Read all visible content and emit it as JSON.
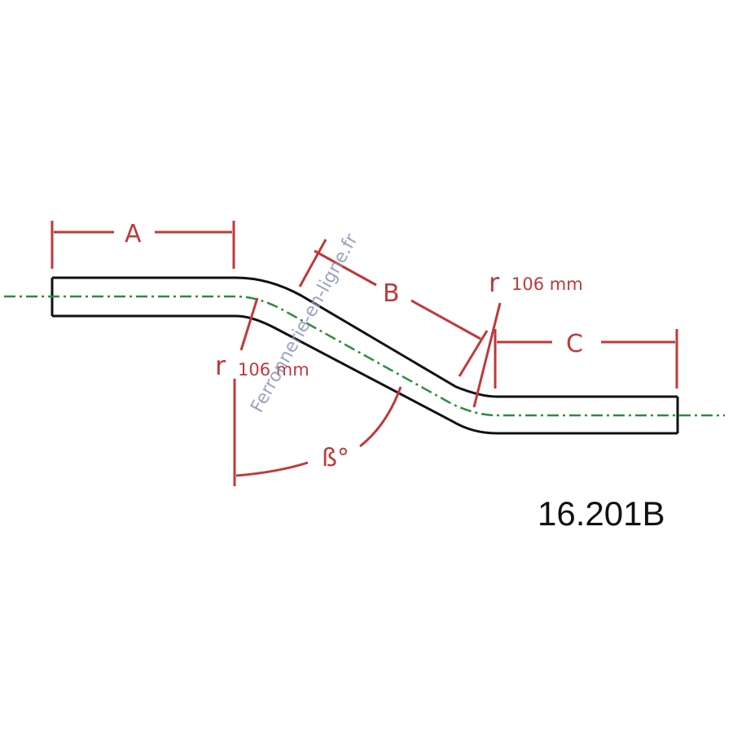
{
  "diagram": {
    "labels": {
      "a": "A",
      "b": "B",
      "c": "C",
      "r1": "r",
      "r1_value": "106 mm",
      "r2": "r",
      "r2_value": "106 mm",
      "angle": "ß°"
    },
    "reference_code": "16.201B",
    "watermark": "Ferronnerie-en-ligne.fr",
    "colors": {
      "tube": "#111111",
      "dimension": "#c0393b",
      "centerline": "#2e8b3e",
      "reference_code": "#111111",
      "watermark": "#8a92b8"
    }
  }
}
